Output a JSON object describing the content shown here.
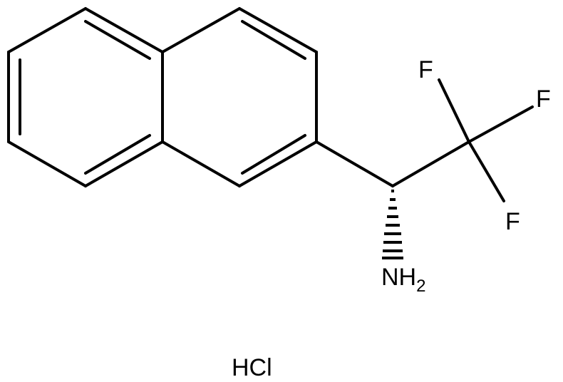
{
  "molecule": {
    "atoms": {
      "f_top": "F",
      "f_right": "F",
      "f_bottom": "F",
      "amine_symbol": "NH",
      "amine_subscript": "2",
      "salt": "HCl"
    },
    "stereo": "wedge",
    "bond_color": "#000000",
    "label_color": "#000000",
    "background": "#ffffff"
  }
}
